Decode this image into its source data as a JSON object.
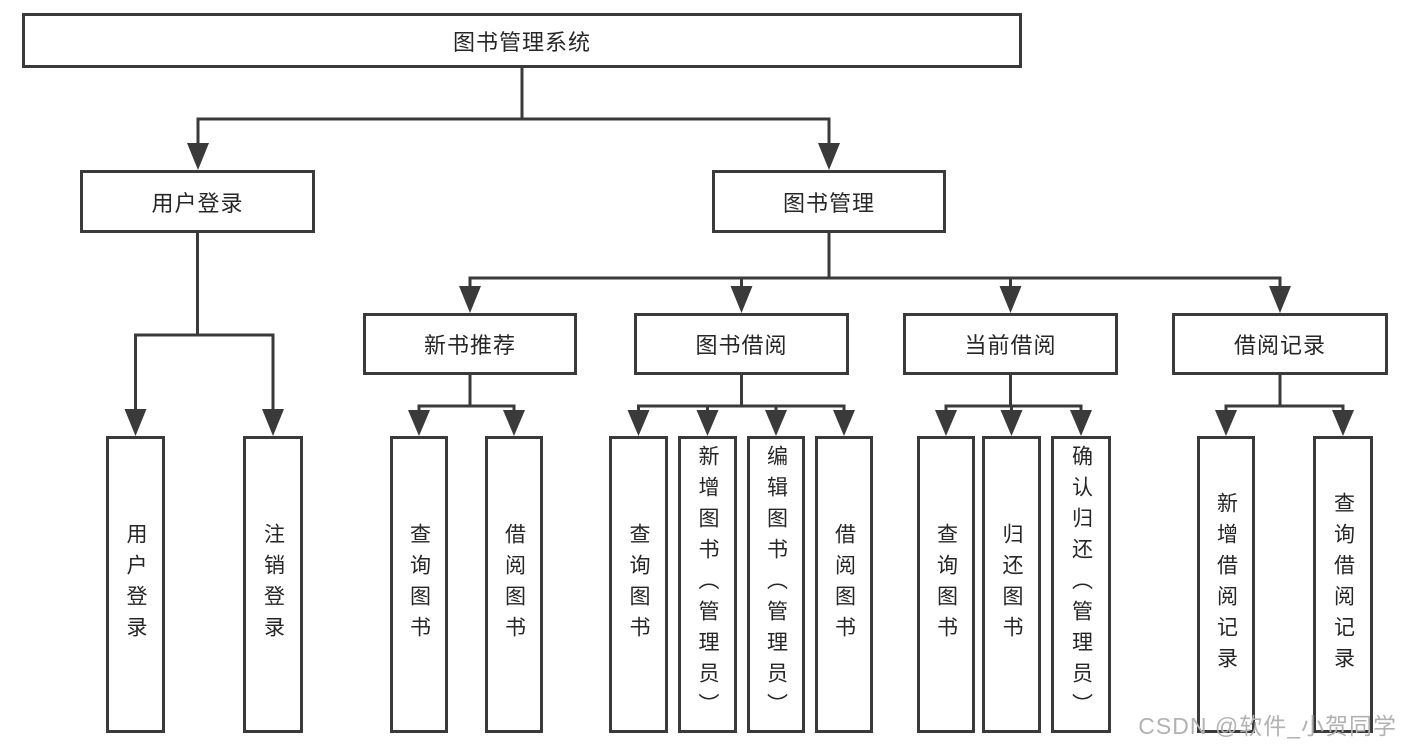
{
  "diagram": {
    "root": "图书管理系统",
    "user_login": {
      "label": "用户登录",
      "children": [
        "用户登录",
        "注销登录"
      ]
    },
    "book_mgmt": {
      "label": "图书管理",
      "sections": {
        "new_books": {
          "label": "新书推荐",
          "children": [
            "查询图书",
            "借阅图书"
          ]
        },
        "borrowing": {
          "label": "图书借阅",
          "children": [
            "查询图书",
            "新增图书（管理员）",
            "编辑图书（管理员）",
            "借阅图书"
          ]
        },
        "current": {
          "label": "当前借阅",
          "children": [
            "查询图书",
            "归还图书",
            "确认归还（管理员）"
          ]
        },
        "records": {
          "label": "借阅记录",
          "children": [
            "新增借阅记录",
            "查询借阅记录"
          ]
        }
      }
    }
  },
  "watermark": "CSDN @软件_小贺同学",
  "colors": {
    "line": "#3a3a3a",
    "text": "#262626",
    "background": "#ffffff",
    "watermark": "#b2b2b2"
  }
}
